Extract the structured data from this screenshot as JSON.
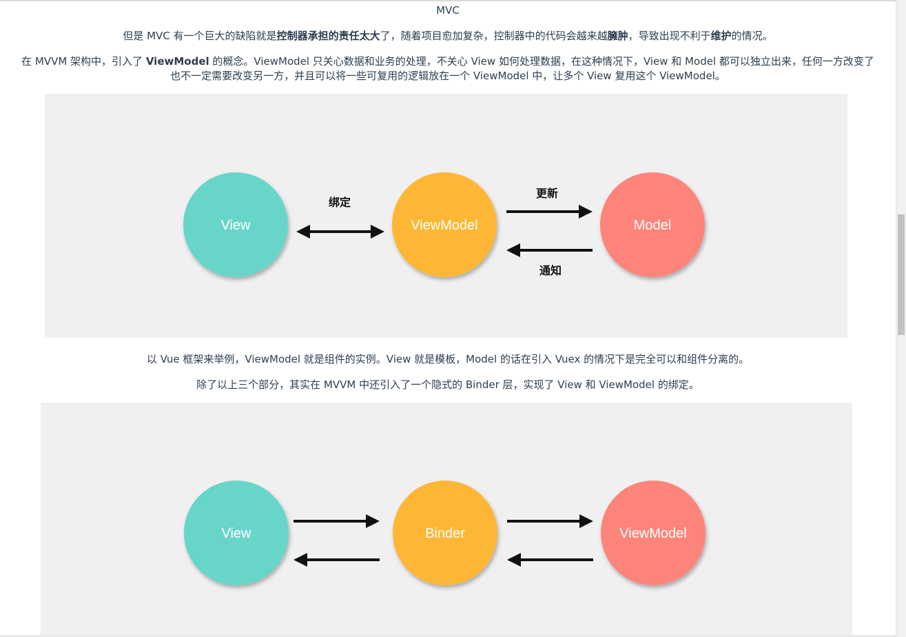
{
  "heading": "MVC",
  "para1": {
    "pre": "但是 MVC 有一个巨大的缺陷就是",
    "bold1": "控制器承担的责任太大",
    "mid": "了，随着项目愈加复杂，控制器中的代码会越来越",
    "bold2": "臃肿",
    "mid2": "，导致出现不利于",
    "bold3": "维护",
    "post": "的情况。"
  },
  "para2": {
    "pre": "在 MVVM 架构中，引入了 ",
    "bold": "ViewModel",
    "line1_post": " 的概念。ViewModel 只关心数据和业务的处理，不关心 View 如何处理数据，在这种情况下，View 和 Model 都可以独立出来，任何一方改变了",
    "line2": "也不一定需要改变另一方，并且可以将一些可复用的逻辑放在一个 ViewModel 中，让多个 View 复用这个 ViewModel。"
  },
  "figure1": {
    "nodes": [
      "View",
      "ViewModel",
      "Model"
    ],
    "bind_label": "绑定",
    "update_label": "更新",
    "notify_label": "通知"
  },
  "para3": "以 Vue 框架来举例，ViewModel 就是组件的实例。View 就是模板，Model 的话在引入 Vuex 的情况下是完全可以和组件分离的。",
  "para4": "除了以上三个部分，其实在 MVVM 中还引入了一个隐式的 Binder 层，实现了 View 和 ViewModel 的绑定。",
  "figure2": {
    "nodes": [
      "View",
      "Binder",
      "ViewModel"
    ]
  },
  "colors": {
    "view": "#67d5c9",
    "viewmodel": "#fdb734",
    "model": "#fd847a",
    "figure_bg": "#f0f0f1",
    "text": "#2c3e50"
  }
}
